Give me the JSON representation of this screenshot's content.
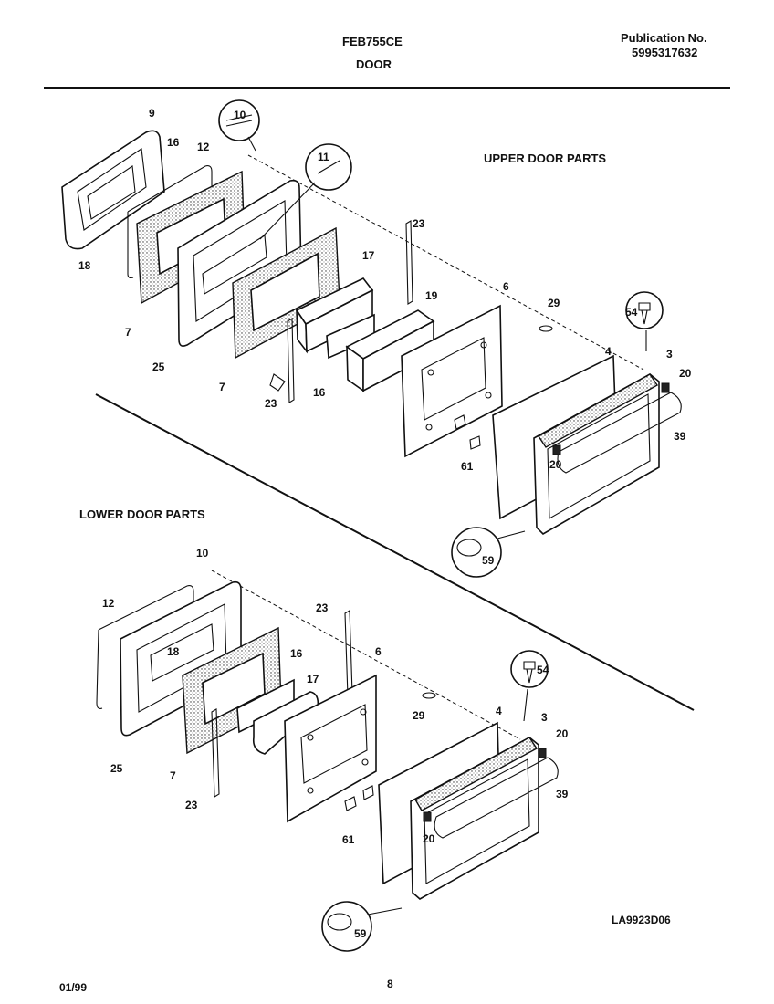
{
  "header": {
    "model": "FEB755CE",
    "section": "DOOR",
    "publication_label": "Publication No.",
    "publication_number": "5995317632"
  },
  "upper": {
    "title": "UPPER DOOR PARTS",
    "labels": {
      "p9": "9",
      "p10": "10",
      "p11": "11",
      "p12": "12",
      "p16a": "16",
      "p18": "18",
      "p7a": "7",
      "p25": "25",
      "p7b": "7",
      "p23a": "23",
      "p17": "17",
      "p19": "19",
      "p16b": "16",
      "p23b": "23",
      "p6": "6",
      "p29": "29",
      "p54": "54",
      "p4": "4",
      "p3": "3",
      "p20a": "20",
      "p39": "39",
      "p20b": "20",
      "p61": "61",
      "p59": "59"
    }
  },
  "lower": {
    "title": "LOWER DOOR PARTS",
    "labels": {
      "p10": "10",
      "p12": "12",
      "p18": "18",
      "p23a": "23",
      "p16": "16",
      "p6": "6",
      "p17": "17",
      "p25": "25",
      "p7": "7",
      "p23b": "23",
      "p29": "29",
      "p54": "54",
      "p4": "4",
      "p3": "3",
      "p20a": "20",
      "p39": "39",
      "p20b": "20",
      "p61": "61",
      "p59": "59"
    }
  },
  "footer": {
    "figure_code": "LA9923D06",
    "date": "01/99",
    "page": "8"
  }
}
